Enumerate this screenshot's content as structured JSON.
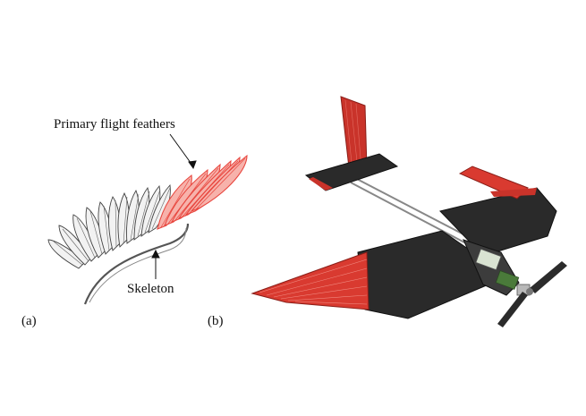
{
  "figure": {
    "panel_a": {
      "label": "(a)",
      "annotations": {
        "feathers": "Primary flight feathers",
        "skeleton": "Skeleton"
      },
      "colors": {
        "highlight": "#e8473f",
        "outline": "#444444",
        "feather_fill": "#f2f2f2"
      }
    },
    "panel_b": {
      "label": "(b)",
      "colors": {
        "wing_membrane": "#2a2a2a",
        "feather_red": "#d93a30",
        "electronics_green": "#4a7a3a"
      }
    }
  }
}
